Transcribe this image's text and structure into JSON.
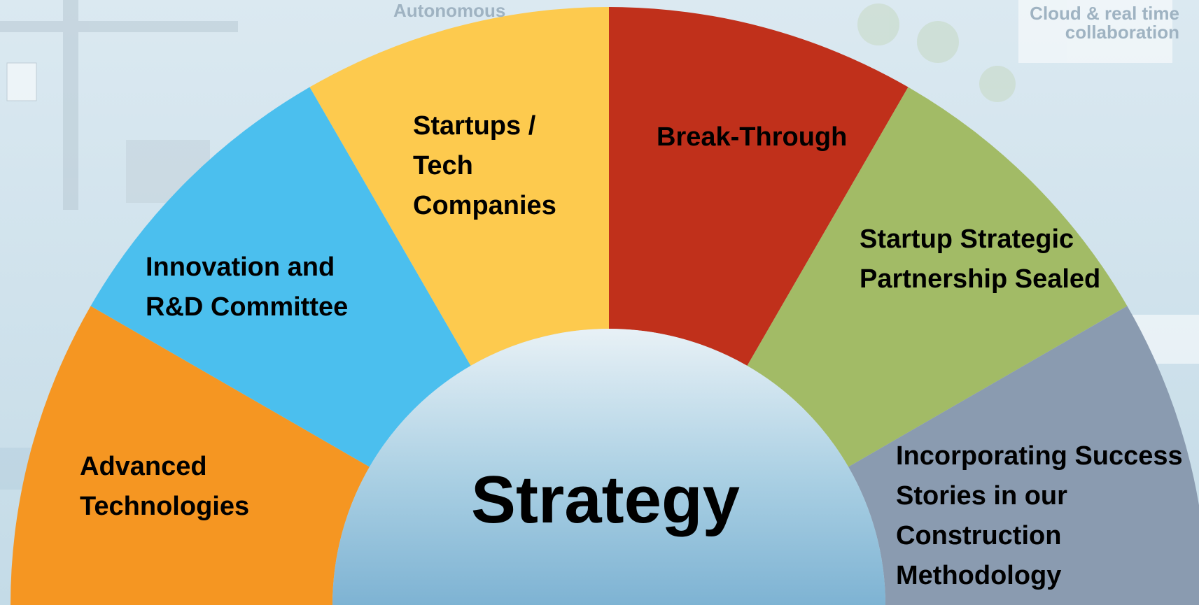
{
  "background": {
    "captions": [
      "Autonomous",
      "Cloud & real time collaboration"
    ],
    "sky_color": "#cfe2ec"
  },
  "diagram": {
    "title": "Strategy",
    "segments": [
      {
        "label": "Advanced Technologies",
        "color": "#f59622"
      },
      {
        "label": "Innovation and R&D Committee",
        "color": "#4bbfee"
      },
      {
        "label": "Startups / Tech Companies",
        "color": "#fdca4e"
      },
      {
        "label": "Break-Through",
        "color": "#c0301b"
      },
      {
        "label": "Startup Strategic Partnership Sealed",
        "color": "#a2bb66"
      },
      {
        "label": "Incorporating Success Stories in our Construction Methodology",
        "color": "#8a9bb0"
      }
    ],
    "inner_color": "#cde3ef"
  }
}
